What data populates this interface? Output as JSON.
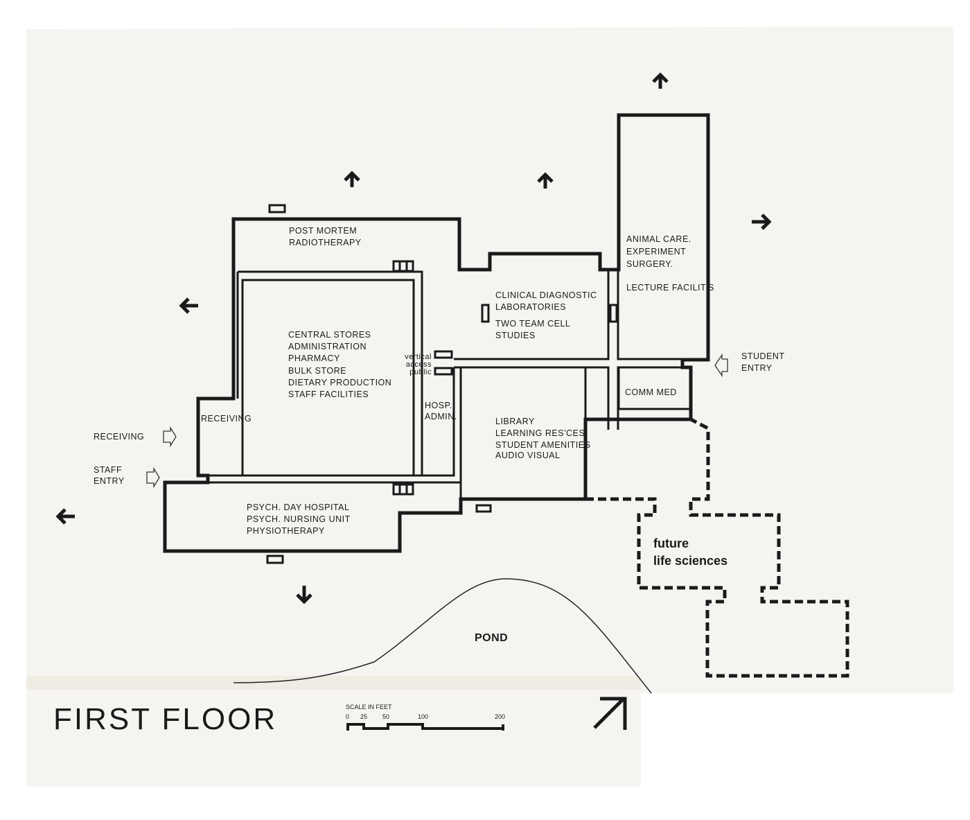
{
  "title": "FIRST FLOOR",
  "scale": {
    "label": "SCALE IN FEET",
    "ticks": [
      "0",
      "25",
      "50",
      "100",
      "200"
    ]
  },
  "rooms": {
    "post_mortem": [
      "POST MORTEM",
      "RADIOTHERAPY"
    ],
    "central": [
      "CENTRAL STORES",
      "ADMINISTRATION",
      "PHARMACY",
      "BULK STORE",
      "DIETARY PRODUCTION",
      "STAFF FACILITIES"
    ],
    "receiving_room": "RECEIVING",
    "vertical_access": [
      "vertical",
      "access",
      "public"
    ],
    "hosp_admin": [
      "HOSP.",
      "ADMIN."
    ],
    "clinical": [
      "CLINICAL DIAGNOSTIC",
      "LABORATORIES",
      "TWO TEAM CELL",
      "STUDIES"
    ],
    "animal": [
      "ANIMAL CARE.",
      "EXPERIMENT",
      "SURGERY.",
      "LECTURE FACILIT'S"
    ],
    "comm_med": "COMM MED",
    "library": [
      "LIBRARY",
      "LEARNING RES'CES",
      "STUDENT AMENITIES",
      "AUDIO VISUAL"
    ],
    "psych": [
      "PSYCH. DAY HOSPITAL",
      "PSYCH. NURSING UNIT",
      "PHYSIOTHERAPY"
    ],
    "future": [
      "future",
      "life sciences"
    ],
    "pond": "POND"
  },
  "entries": {
    "receiving": "RECEIVING",
    "staff": [
      "STAFF",
      "ENTRY"
    ],
    "student": [
      "STUDENT",
      "ENTRY"
    ]
  }
}
